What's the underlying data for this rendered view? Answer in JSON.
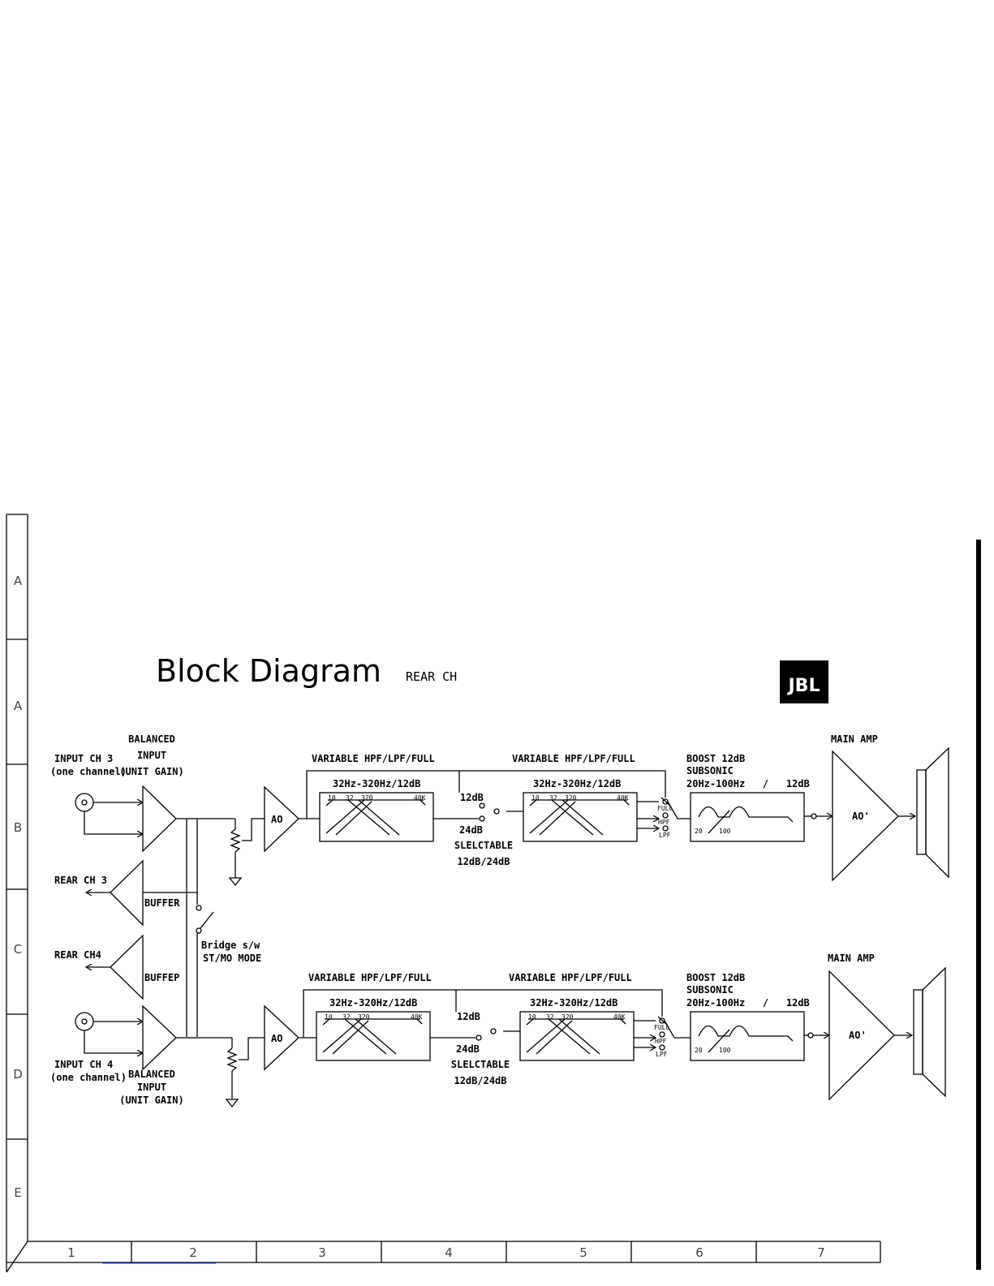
{
  "title": {
    "main": "Block Diagram",
    "sub": "REAR CH"
  },
  "logo": {
    "text": "JBL",
    "icon": "jbl-logo-icon"
  },
  "border": {
    "row_labels": [
      "A",
      "A",
      "B",
      "C",
      "D",
      "E"
    ],
    "col_labels": [
      "1",
      "2",
      "3",
      "4",
      "5",
      "6",
      "7"
    ]
  },
  "ch3": {
    "input_label_1": "INPUT CH 3",
    "input_label_2": "(one channel)",
    "balanced_1": "BALANCED",
    "balanced_2": "INPUT",
    "balanced_3": "(UNIT GAIN)",
    "rear_out": "REAR CH 3",
    "buffer": "BUFFER",
    "ao": "AO",
    "filter1_title": "VARIABLE HPF/LPF/FULL",
    "filter1_range": "32Hz-320Hz/12dB",
    "filter2_title": "VARIABLE HPF/LPF/FULL",
    "filter2_range": "32Hz-320Hz/12dB",
    "scale": [
      "10",
      "32",
      "320",
      "40K"
    ],
    "sel_12": "12dB",
    "sel_24": "24dB",
    "sel_1": "SLELCTABLE",
    "sel_2": "12dB/24dB",
    "mode": [
      "FULL",
      "HPF",
      "LPF"
    ],
    "boost_1": "BOOST 12dB",
    "boost_2": "SUBSONIC",
    "boost_3": "20Hz-100Hz   /   12dB",
    "boost_scale": [
      "20",
      "100"
    ],
    "main_amp": "MAIN AMP",
    "ao_out": "AO'"
  },
  "bridge": {
    "label_1": "Bridge s/w",
    "label_2": "ST/MO MODE"
  },
  "ch4": {
    "input_label_1": "INPUT CH 4",
    "input_label_2": "(one channel)",
    "balanced_1": "BALANCED",
    "balanced_2": "INPUT",
    "balanced_3": "(UNIT GAIN)",
    "rear_out": "REAR CH4",
    "buffer": "BUFFEP",
    "ao": "AO",
    "filter1_title": "VARIABLE HPF/LPF/FULL",
    "filter1_range": "32Hz-320Hz/12dB",
    "filter2_title": "VARIABLE HPF/LPF/FULL",
    "filter2_range": "32Hz-320Hz/12dB",
    "scale": [
      "10",
      "32",
      "320",
      "40K"
    ],
    "sel_12": "12dB",
    "sel_24": "24dB",
    "sel_1": "SLELCTABLE",
    "sel_2": "12dB/24dB",
    "mode": [
      "FULL",
      "HPF",
      "LPF"
    ],
    "boost_1": "BOOST 12dB",
    "boost_2": "SUBSONIC",
    "boost_3": "20Hz-100Hz   /   12dB",
    "boost_scale": [
      "20",
      "100"
    ],
    "main_amp": "MAIN AMP",
    "ao_out": "AO'"
  }
}
